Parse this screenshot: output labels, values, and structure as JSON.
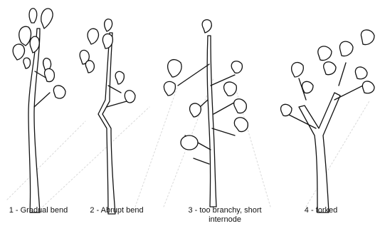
{
  "captions": {
    "gradual_bend": "1 - Gradual bend",
    "abrupt_bend": "2 - Abrupt bend",
    "too_branchy": "3 - too branchy, short internode",
    "forked": "4 - forked"
  },
  "icons": [
    "seedling-gradual-bend",
    "seedling-abrupt-bend",
    "seedling-too-branchy",
    "seedling-forked"
  ],
  "colors": {
    "line": "#111111",
    "background": "#ffffff",
    "guide": "#d9d9d9"
  }
}
